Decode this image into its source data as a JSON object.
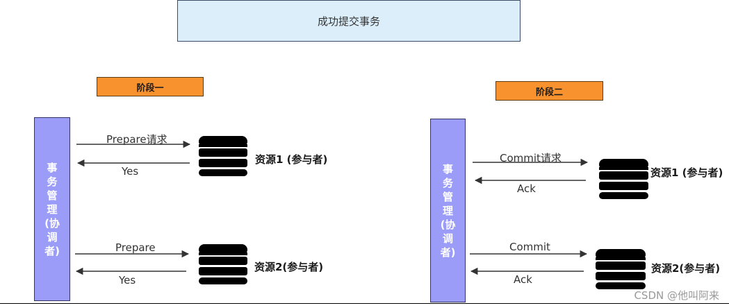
{
  "title": "成功提交事务",
  "phase1": {
    "label": "阶段一",
    "coordinator": "事务管理(协调者)",
    "req1": "Prepare请求",
    "resp1": "Yes",
    "res1": "资源1 (参与者)",
    "req2": "Prepare",
    "resp2": "Yes",
    "res2": "资源2(参与者)"
  },
  "phase2": {
    "label": "阶段二",
    "coordinator": "事务管理(协调者)",
    "req1": "Commit请求",
    "resp1": "Ack",
    "res1": "资源1 (参与者)",
    "req2": "Commit",
    "resp2": "Ack",
    "res2": "资源2(参与者)"
  },
  "watermark": "CSDN @他叫阿来",
  "colors": {
    "title_fill": "#dbeef9",
    "phase_fill": "#f7922e",
    "coordinator_fill": "#9b9bf8",
    "database": "#000000"
  },
  "icons": [
    "database-icon"
  ]
}
